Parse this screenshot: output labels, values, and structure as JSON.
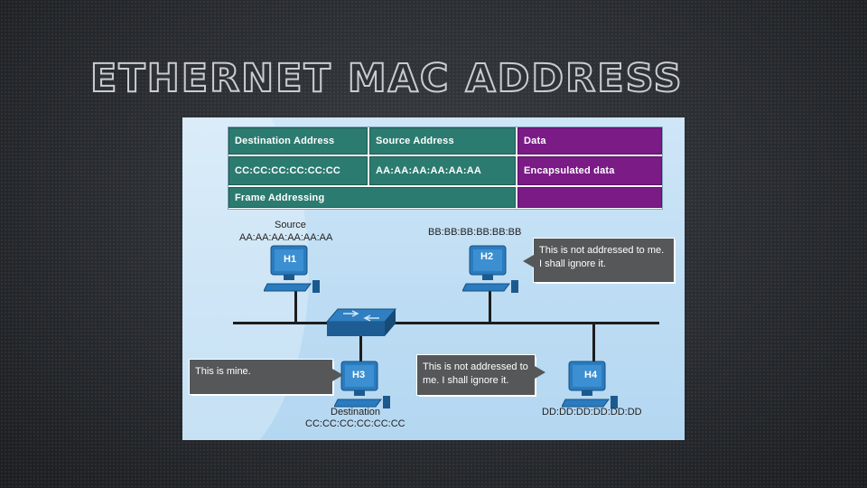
{
  "slide": {
    "title": "ETHERNET MAC ADDRESS"
  },
  "frame": {
    "header": {
      "dest": "Destination Address",
      "src": "Source Address",
      "data": "Data"
    },
    "row": {
      "dest": "CC:CC:CC:CC:CC:CC",
      "src": "AA:AA:AA:AA:AA:AA",
      "data": "Encapsulated data"
    },
    "footer": {
      "label": "Frame Addressing"
    }
  },
  "hosts": {
    "h1": {
      "label": "H1",
      "role": "Source",
      "mac": "AA:AA:AA:AA:AA:AA"
    },
    "h2": {
      "label": "H2",
      "mac": "BB:BB:BB:BB:BB:BB",
      "message": "This is not addressed to me. I shall ignore it."
    },
    "h3": {
      "label": "H3",
      "role": "Destination",
      "mac": "CC:CC:CC:CC:CC:CC",
      "message": "This is mine."
    },
    "h4": {
      "label": "H4",
      "mac": "DD:DD:DD:DD:DD:DD",
      "message": "This is not addressed to me. I shall ignore it."
    }
  },
  "colors": {
    "teal": "#2c7b70",
    "purple": "#7a1b86",
    "pc_blue": "#2a7bbf",
    "bubble": "#555759"
  }
}
